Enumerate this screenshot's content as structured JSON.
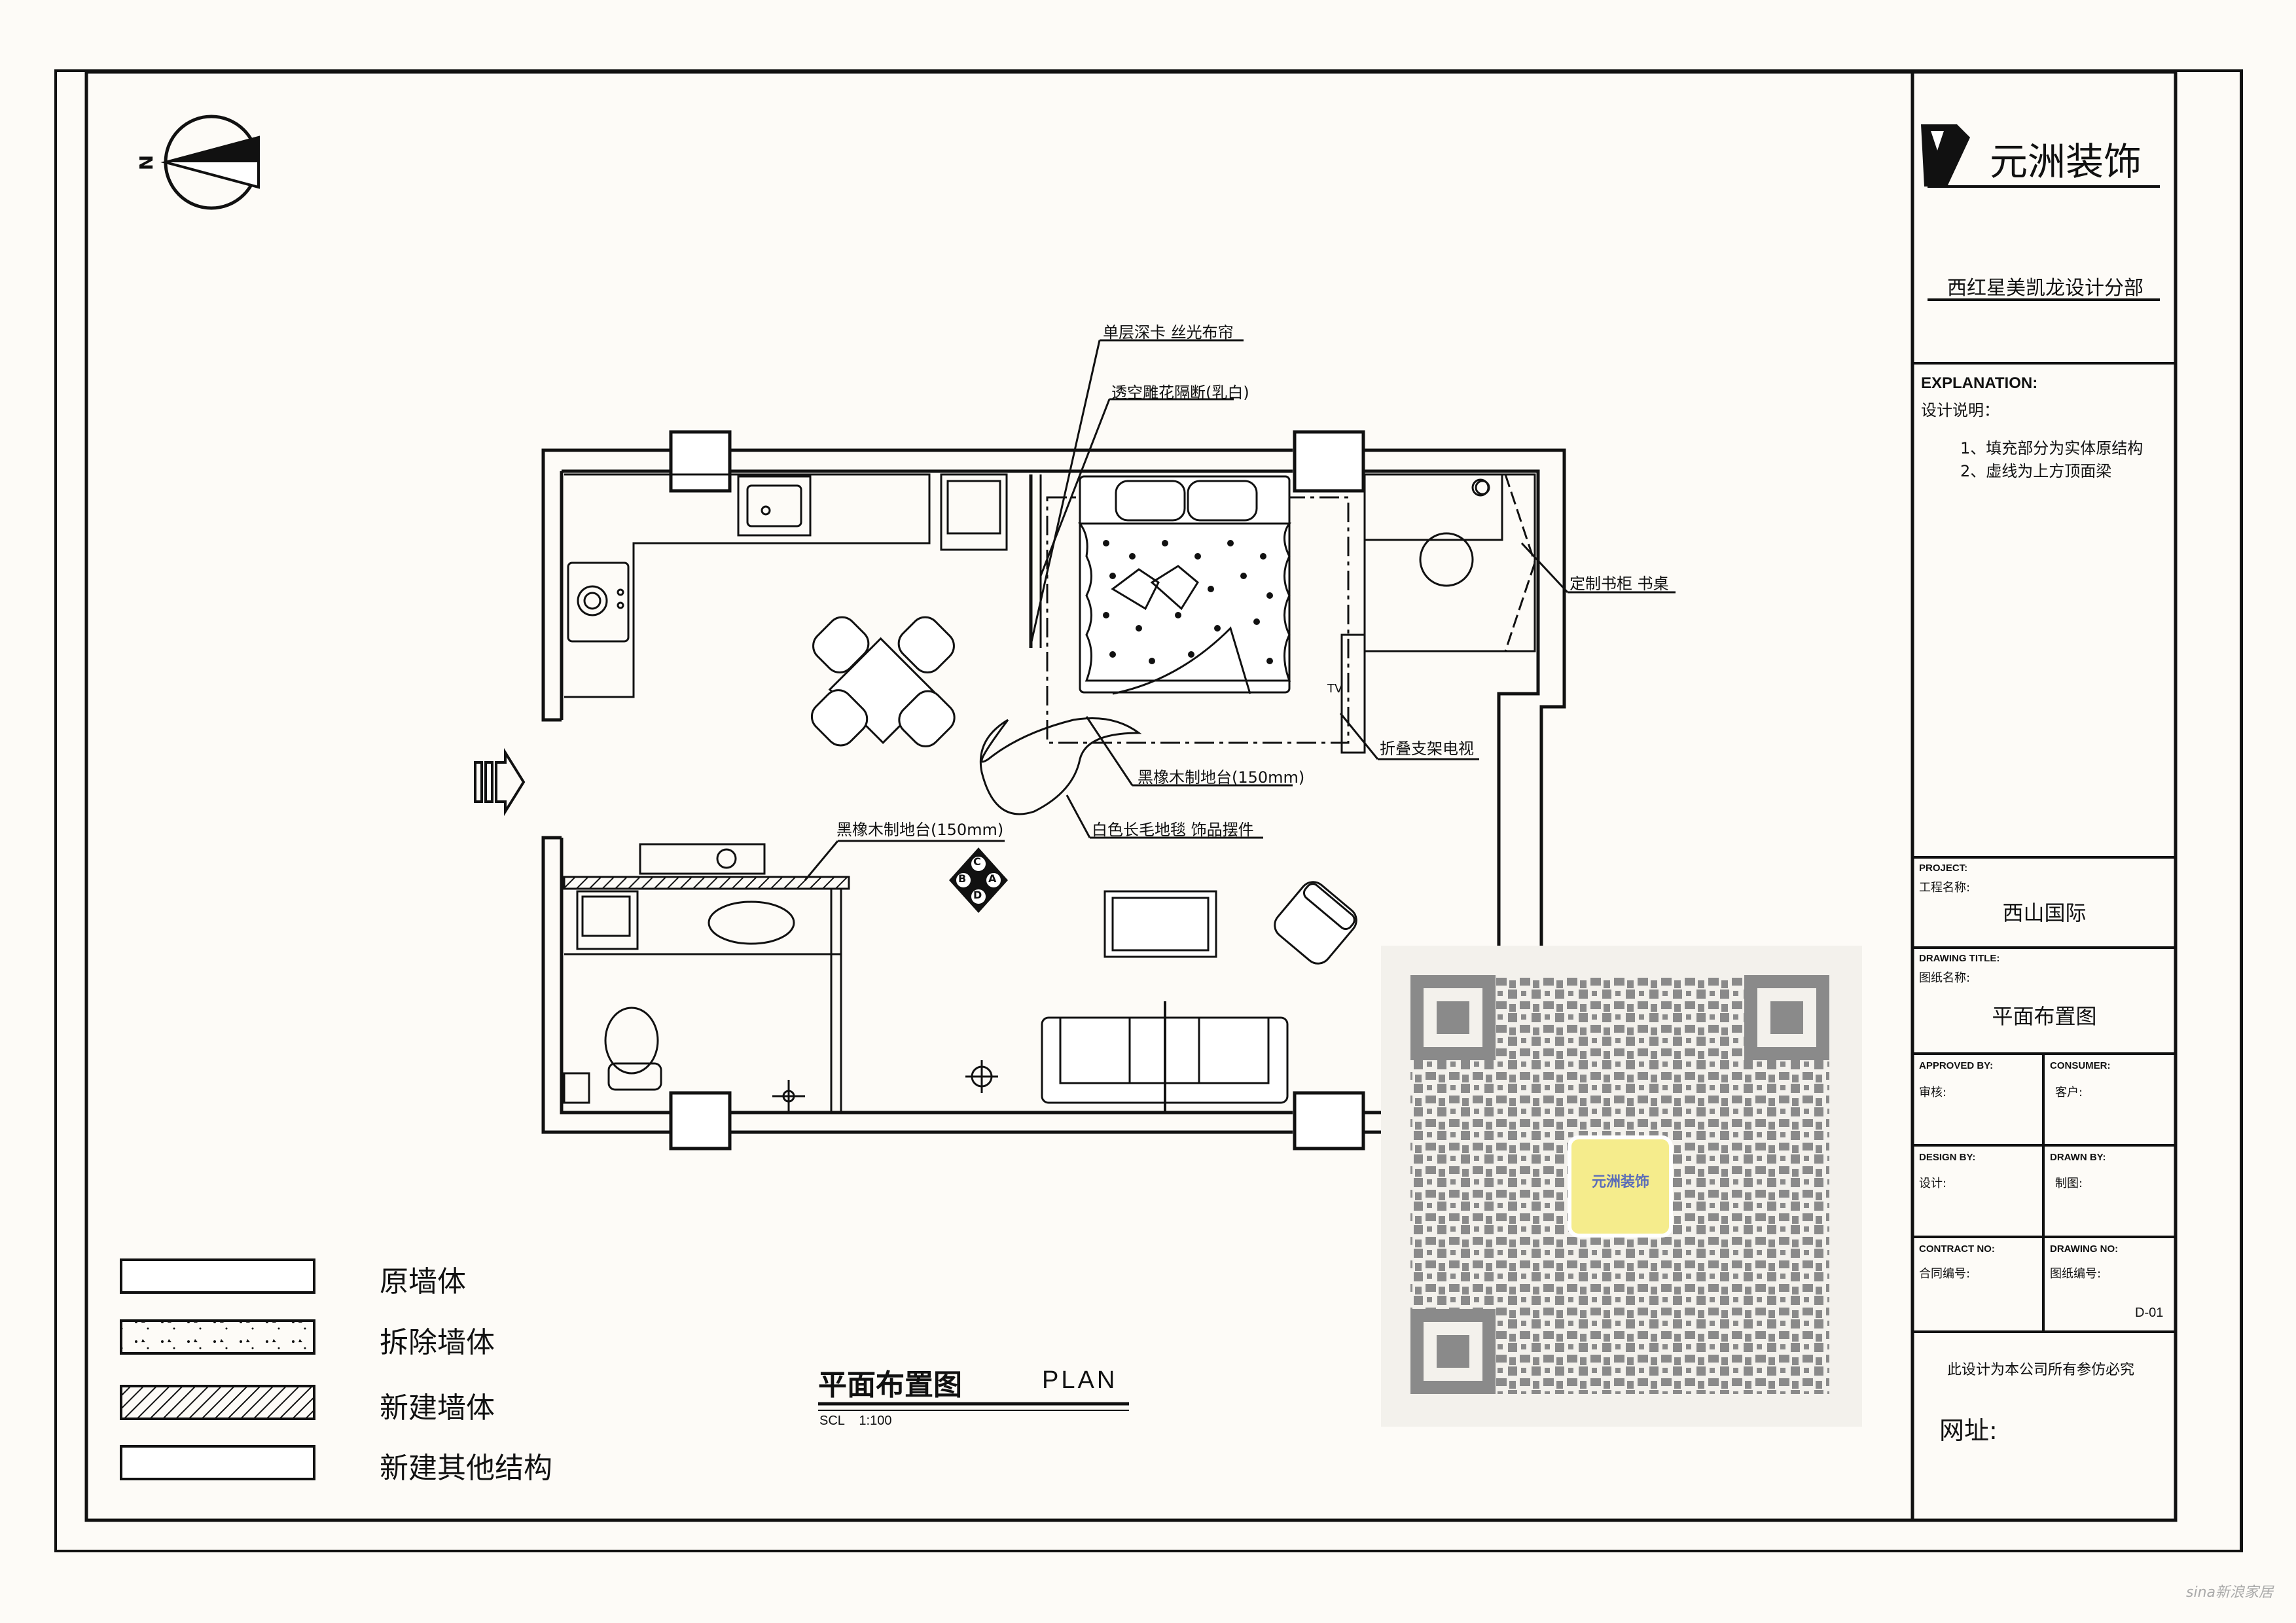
{
  "company": {
    "name": "元洲装饰",
    "branch": "西红星美凯龙设计分部"
  },
  "explanation": {
    "heading": "EXPLANATION:",
    "heading_cn": "设计说明：",
    "lines": [
      "1、填充部分为实体原结构",
      "2、虚线为上方顶面梁"
    ]
  },
  "title_block": {
    "project_en": "PROJECT:",
    "project_cn": "工程名称:",
    "project_value": "西山国际",
    "drawing_title_en": "DRAWING TITLE:",
    "drawing_title_cn": "图纸名称:",
    "drawing_title_value": "平面布置图",
    "approved_en": "APPROVED BY:",
    "approved_cn": "审核:",
    "consumer_en": "CONSUMER:",
    "consumer_cn": "客户:",
    "design_en": "DESIGN BY:",
    "design_cn": "设计:",
    "drawn_en": "DRAWN BY:",
    "drawn_cn": "制图:",
    "contract_en": "CONTRACT NO:",
    "contract_cn": "合同编号:",
    "drawing_no_en": "DRAWING NO:",
    "drawing_no_cn": "图纸编号:",
    "drawing_no_value": "D-01",
    "copyright": "此设计为本公司所有参仿必究",
    "website_label": "网址:"
  },
  "annotations": {
    "curtain": "单层深卡 丝光布帘",
    "partition": "透空雕花隔断(乳白)",
    "bookcase": "定制书柜 书桌",
    "tv": "折叠支架电视",
    "tv_mark": "TV",
    "platform_bed": "黑橡木制地台(150mm)",
    "carpet": "白色长毛地毯 饰品摆件",
    "platform_bath": "黑橡木制地台(150mm)"
  },
  "compass": {
    "label": "N"
  },
  "section_marks": [
    "C",
    "B",
    "A",
    "D"
  ],
  "plan_title": {
    "cn": "平面布置图",
    "en": "PLAN",
    "scale": "SCL    1:100"
  },
  "legend": [
    {
      "label": "原墙体",
      "pattern": "plain"
    },
    {
      "label": "拆除墙体",
      "pattern": "dotted"
    },
    {
      "label": "新建墙体",
      "pattern": "hatched"
    },
    {
      "label": "新建其他结构",
      "pattern": "plain"
    }
  ],
  "qr_badge": "元洲装饰",
  "watermark": "sina新浪家居",
  "colors": {
    "paper": "#fdfbf7",
    "ink": "#111111",
    "qr_gray": "#8a8a8a",
    "qr_badge": "#f5ec8c"
  }
}
